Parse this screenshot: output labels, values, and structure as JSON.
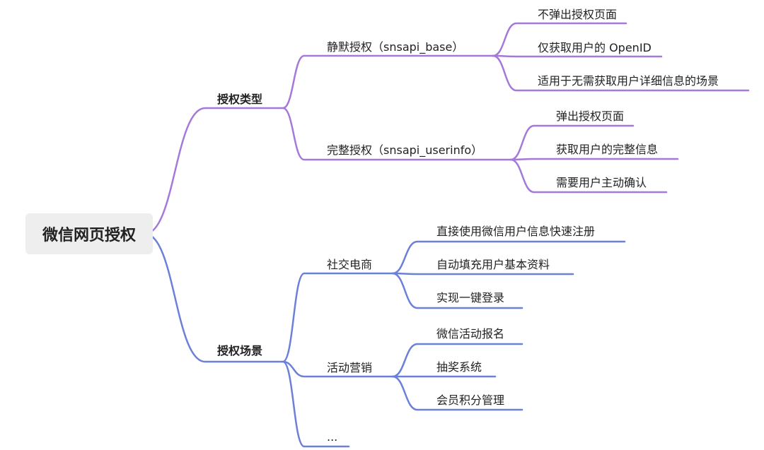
{
  "root": {
    "label": "微信网页授权"
  },
  "branches": [
    {
      "label": "授权类型",
      "color": "#a479d9",
      "children": [
        {
          "label": "静默授权（snsapi_base）",
          "children": [
            "不弹出授权页面",
            "仅获取用户的 OpenID",
            "适用于无需获取用户详细信息的场景"
          ]
        },
        {
          "label": "完整授权（snsapi_userinfo）",
          "children": [
            "弹出授权页面",
            "获取用户的完整信息",
            "需要用户主动确认"
          ]
        }
      ]
    },
    {
      "label": "授权场景",
      "color": "#6b80d8",
      "children": [
        {
          "label": "社交电商",
          "children": [
            "直接使用微信用户信息快速注册",
            "自动填充用户基本资料",
            "实现一键登录"
          ]
        },
        {
          "label": "活动营销",
          "children": [
            "微信活动报名",
            "抽奖系统",
            "会员积分管理"
          ]
        },
        {
          "label": "...",
          "children": []
        }
      ]
    }
  ]
}
